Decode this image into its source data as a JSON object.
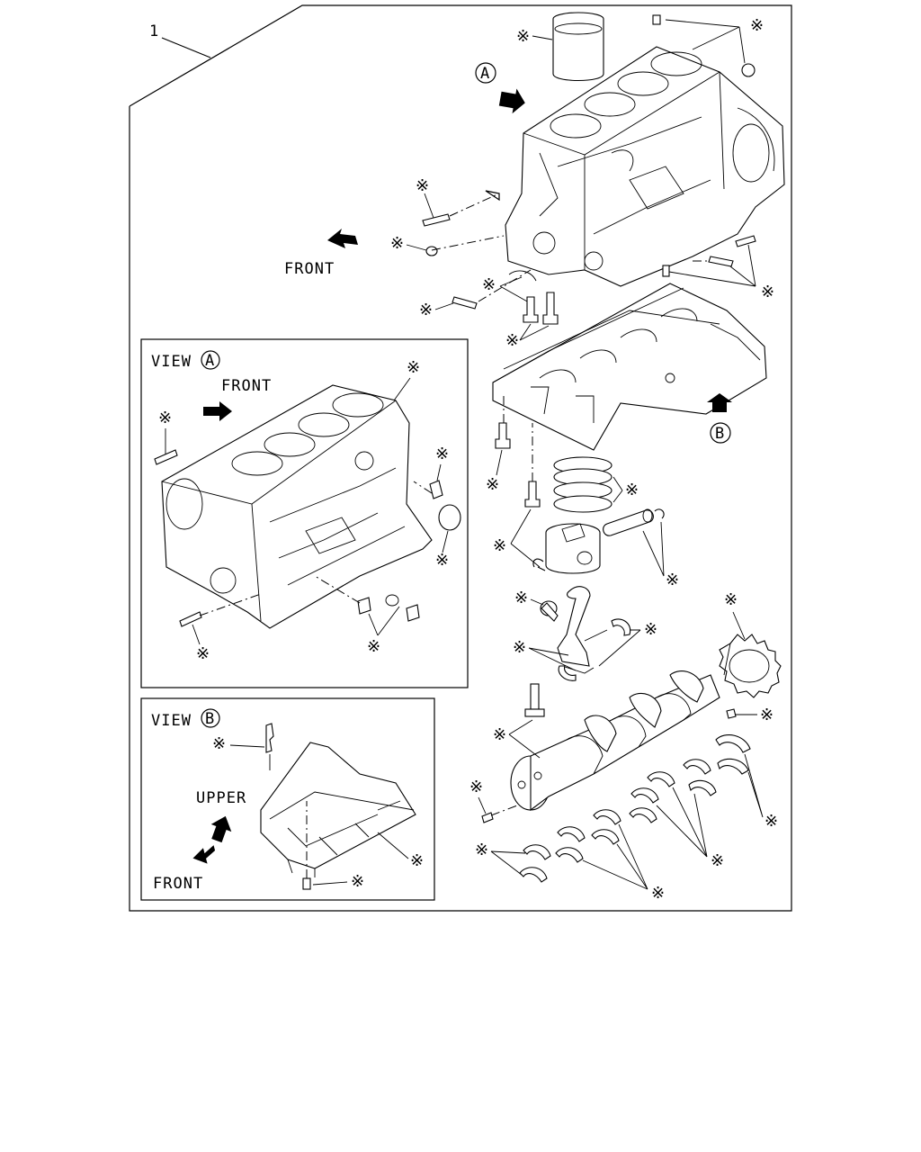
{
  "diagram": {
    "item_number": "1",
    "callout_mark": "※",
    "labels": {
      "front_main": "FRONT",
      "view_a_title": "VIEW",
      "view_a_letter": "A",
      "view_a_front": "FRONT",
      "view_b_title": "VIEW",
      "view_b_letter": "B",
      "view_b_upper": "UPPER",
      "view_b_front": "FRONT",
      "marker_a": "A",
      "marker_b": "B"
    }
  }
}
